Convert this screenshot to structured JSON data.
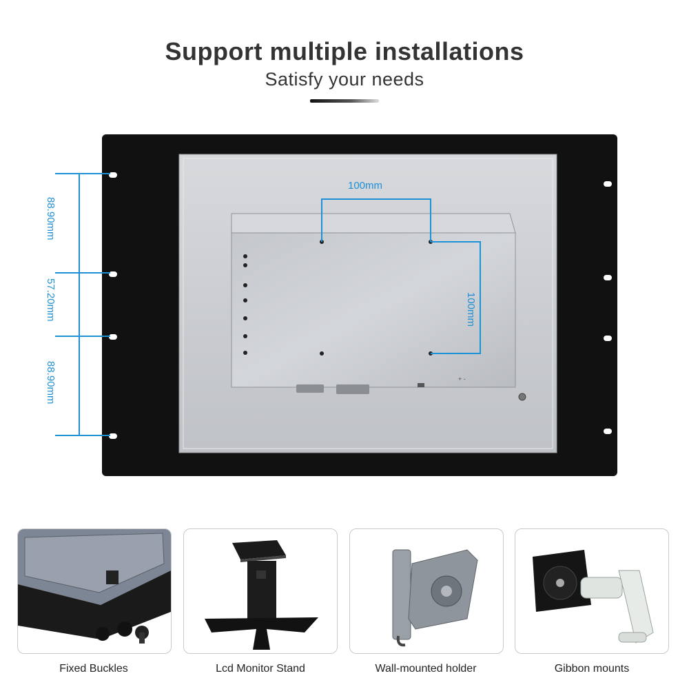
{
  "header": {
    "title": "Support multiple installations",
    "subtitle": "Satisfy your needs"
  },
  "colors": {
    "accent": "#1e90d6",
    "panel": "#111111",
    "chassis": "#c9ccd0",
    "text": "#333333"
  },
  "dimensions": {
    "horizontal_label": "100mm",
    "vertical_label": "100mm",
    "spacing_top": "88.90mm",
    "spacing_middle": "57.20mm",
    "spacing_bottom": "88.90mm"
  },
  "options": [
    {
      "label": "Fixed Buckles"
    },
    {
      "label": "Lcd Monitor Stand"
    },
    {
      "label": "Wall-mounted holder"
    },
    {
      "label": "Gibbon mounts"
    }
  ]
}
